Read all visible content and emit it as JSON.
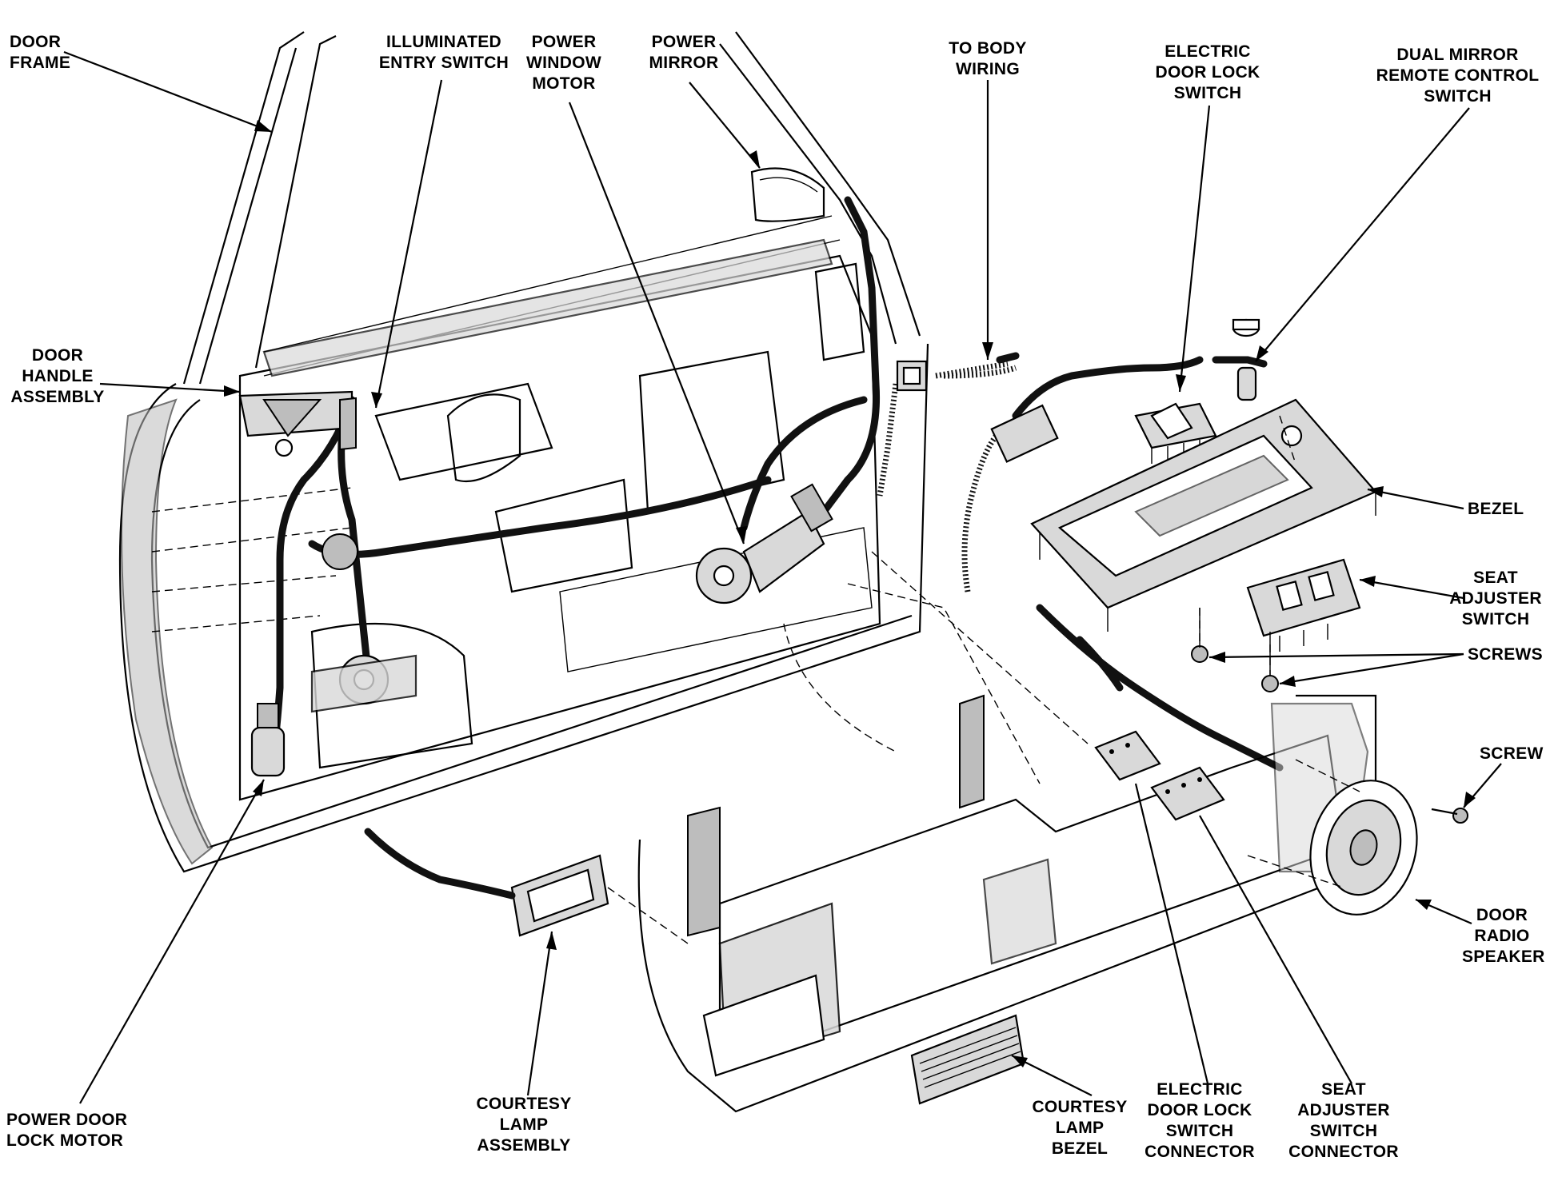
{
  "labels": {
    "door_frame": "DOOR\nFRAME",
    "illuminated_entry_switch": "ILLUMINATED\nENTRY SWITCH",
    "power_window_motor": "POWER\nWINDOW\nMOTOR",
    "power_mirror": "POWER\nMIRROR",
    "to_body_wiring": "TO BODY\nWIRING",
    "electric_door_lock_switch": "ELECTRIC\nDOOR LOCK\nSWITCH",
    "dual_mirror_remote_control_switch": "DUAL MIRROR\nREMOTE CONTROL\nSWITCH",
    "door_handle_assembly": "DOOR\nHANDLE\nASSEMBLY",
    "bezel": "BEZEL",
    "seat_adjuster_switch": "SEAT\nADJUSTER\nSWITCH",
    "screws": "SCREWS",
    "screw": "SCREW",
    "door_radio_speaker": "DOOR\nRADIO\nSPEAKER",
    "power_door_lock_motor": "POWER DOOR\nLOCK MOTOR",
    "courtesy_lamp_assembly": "COURTESY\nLAMP\nASSEMBLY",
    "courtesy_lamp_bezel": "COURTESY\nLAMP\nBEZEL",
    "electric_door_lock_switch_connector": "ELECTRIC\nDOOR LOCK\nSWITCH\nCONNECTOR",
    "seat_adjuster_switch_connector": "SEAT\nADJUSTER\nSWITCH\nCONNECTOR"
  }
}
